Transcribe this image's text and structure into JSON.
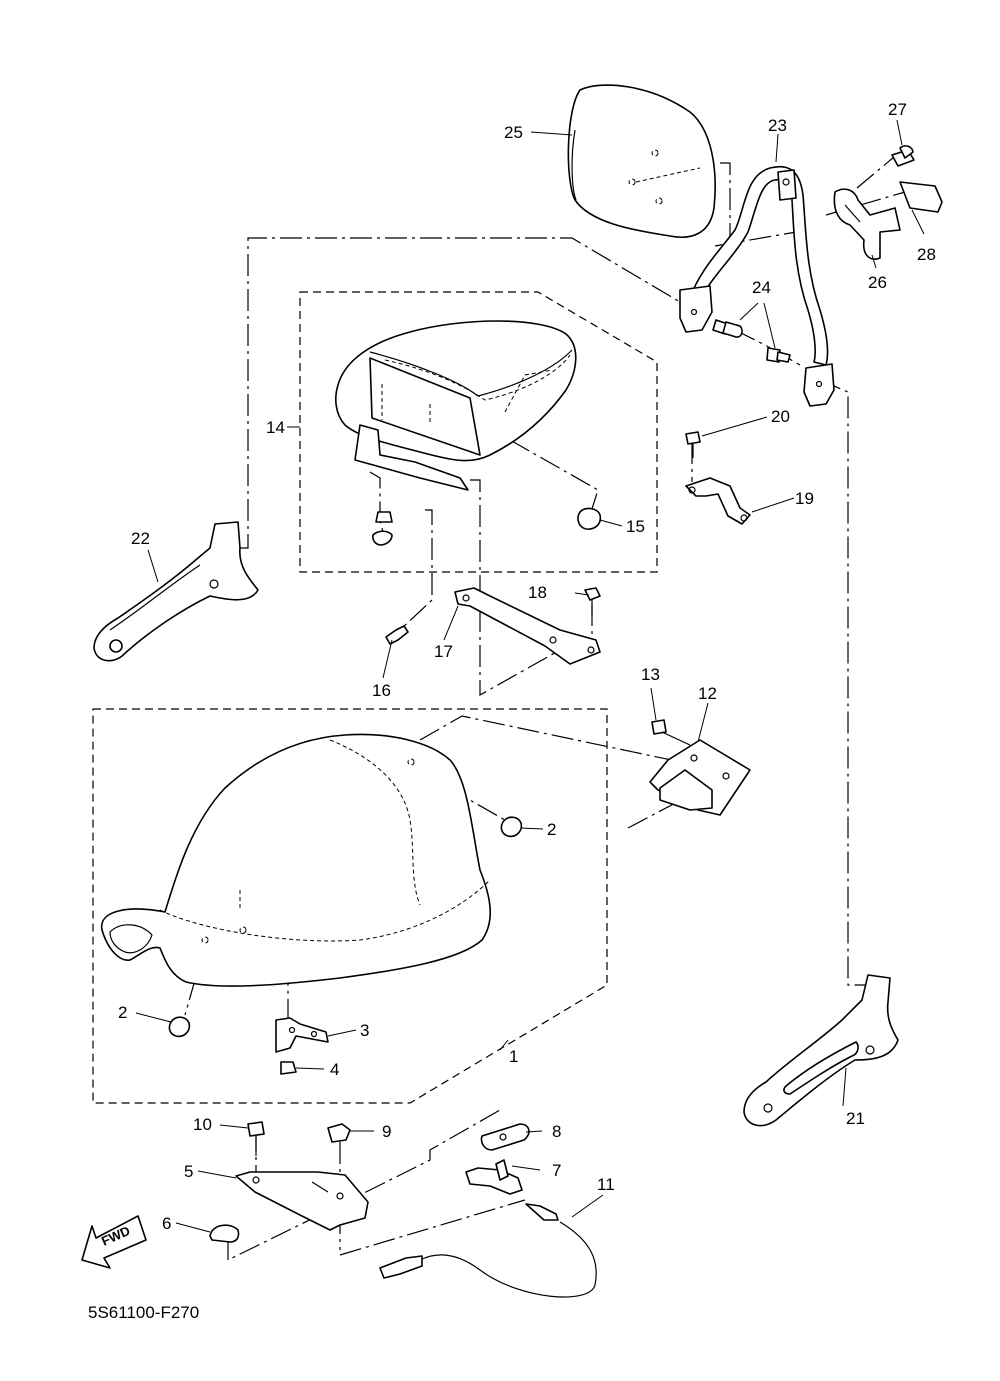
{
  "diagram": {
    "part_code": "5S61100-F270",
    "fwd_label": "FWD",
    "callouts": [
      "1",
      "2",
      "2",
      "3",
      "4",
      "5",
      "6",
      "7",
      "8",
      "9",
      "10",
      "11",
      "12",
      "13",
      "14",
      "15",
      "16",
      "17",
      "18",
      "19",
      "20",
      "21",
      "22",
      "23",
      "24",
      "25",
      "26",
      "27",
      "28"
    ]
  },
  "colors": {
    "line": "#000000",
    "background": "#ffffff"
  }
}
